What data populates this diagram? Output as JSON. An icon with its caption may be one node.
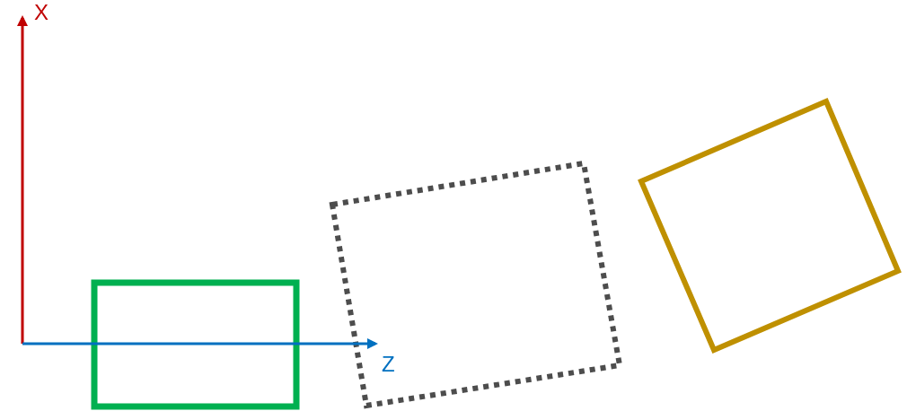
{
  "diagram": {
    "nodes": [
      {
        "text": [],
        "shape": "box"
      },
      {
        "text": [],
        "shape": "box"
      },
      {
        "text": [],
        "shape": "box"
      }
    ],
    "labels": [
      "X",
      "Z"
    ]
  }
}
